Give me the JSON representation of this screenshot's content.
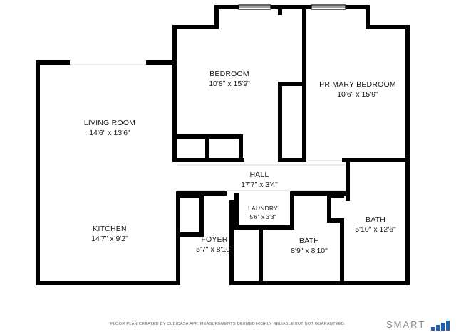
{
  "rooms": {
    "bedroom": {
      "name": "BEDROOM",
      "size": "10'8\" x 15'9\""
    },
    "primary_bedroom": {
      "name": "PRIMARY BEDROOM",
      "size": "10'6\" x 15'9\""
    },
    "living_room": {
      "name": "LIVING ROOM",
      "size": "14'6\" x 13'6\""
    },
    "hall": {
      "name": "HALL",
      "size": "17'7\" x 3'4\""
    },
    "laundry": {
      "name": "LAUNDRY",
      "size": "5'6\" x 3'3\""
    },
    "bath_right": {
      "name": "BATH",
      "size": "5'10\" x 12'6\""
    },
    "kitchen": {
      "name": "KITCHEN",
      "size": "14'7\" x 9'2\""
    },
    "foyer": {
      "name": "FOYER",
      "size": "5'7\" x 8'10\""
    },
    "bath_center": {
      "name": "BATH",
      "size": "8'9\" x 8'10\""
    }
  },
  "footer": {
    "disclaimer": "FLOOR PLAN CREATED BY CUBICASA APP. MEASUREMENTS DEEMED HIGHLY RELIABLE BUT NOT GUARANTEED.",
    "brand": "SMART"
  },
  "colors": {
    "wall": "#000000",
    "brand_text": "#8d8d8d",
    "brand_bars": "#1f5fb0"
  }
}
